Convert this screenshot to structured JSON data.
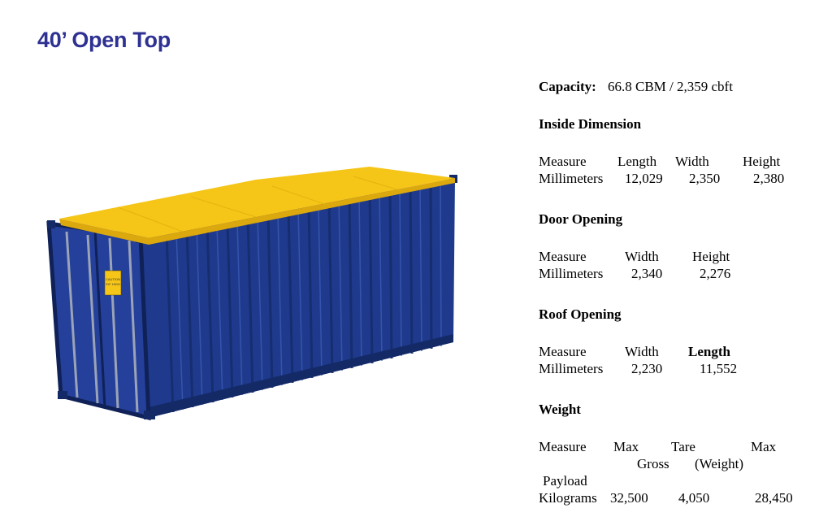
{
  "page": {
    "title": "40’ Open Top"
  },
  "capacity": {
    "label": "Capacity:",
    "value": "66.8 CBM / 2,359 cbft"
  },
  "inside_dimension": {
    "heading": "Inside Dimension",
    "headers": [
      "Measure",
      "Length",
      "Width",
      "Height"
    ],
    "row": [
      "Millimeters",
      "12,029",
      "2,350",
      "2,380"
    ]
  },
  "door_opening": {
    "heading": "Door Opening",
    "headers": [
      "Measure",
      "Width",
      "Height"
    ],
    "row": [
      "Millimeters",
      "2,340",
      "2,276"
    ]
  },
  "roof_opening": {
    "heading": "Roof Opening",
    "headers": [
      "Measure",
      "Width",
      "Length"
    ],
    "row": [
      "Millimeters",
      "2,230",
      "11,552"
    ]
  },
  "weight": {
    "heading": "Weight",
    "headers": [
      "Measure",
      "Max",
      "Tare",
      "Max"
    ],
    "headers_line2": [
      "Gross",
      "(Weight)"
    ],
    "headers_line3": [
      "Payload"
    ],
    "row": [
      "Kilograms",
      "32,500",
      "4,050",
      "28,450"
    ]
  },
  "colors": {
    "title": "#2e3192",
    "container_body": "#1e3a8a",
    "container_roof": "#f5c518"
  },
  "door_sticker": {
    "text": "CAUTION 9'6\" HIGH CONTAINER"
  }
}
